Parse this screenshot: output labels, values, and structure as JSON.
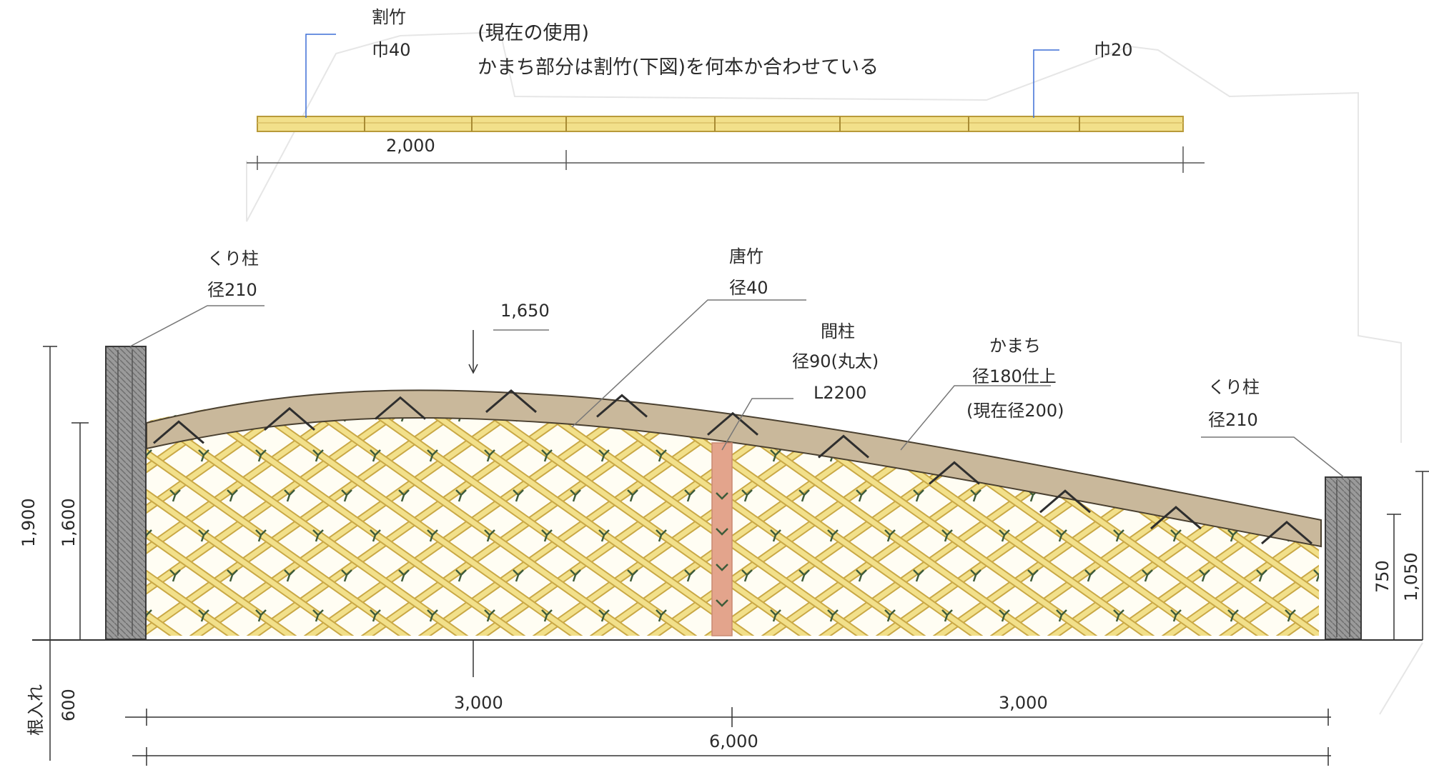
{
  "strip": {
    "name_label": "割竹",
    "width_label": "巾40",
    "note_line1": "(現在の使用)",
    "note_line2": "かまち部分は割竹(下図)を何本か合わせている",
    "width_right_label": "巾20",
    "length_dim": "2,000"
  },
  "fence": {
    "post_left_name": "くり柱",
    "post_left_dia": "径210",
    "post_right_name": "くり柱",
    "post_right_dia": "径210",
    "rail_name": "唐竹",
    "rail_dia": "径40",
    "mid_post_name": "間柱",
    "mid_post_dia": "径90(丸太)",
    "mid_post_len": "L2200",
    "kamachi_name": "かまち",
    "kamachi_dia": "径180仕上",
    "kamachi_current": "(現在径200)"
  },
  "dimensions": {
    "peak_height": "1,650",
    "total_height_left": "1,900",
    "fence_height_left": "1,600",
    "embed_depth": "600",
    "embed_label": "根入れ",
    "fence_height_right": "750",
    "total_height_right": "1,050",
    "span_left": "3,000",
    "span_right": "3,000",
    "span_total": "6,000"
  },
  "colors": {
    "bamboo_light": "#f2e08a",
    "bamboo_dark": "#c9a846",
    "post_gray": "#8c8c8c",
    "rail_brown": "#b8a68a",
    "mid_post_pink": "#e3a48c",
    "leader_blue": "#3d6fd6",
    "tie_dark": "#3e5c3a"
  }
}
